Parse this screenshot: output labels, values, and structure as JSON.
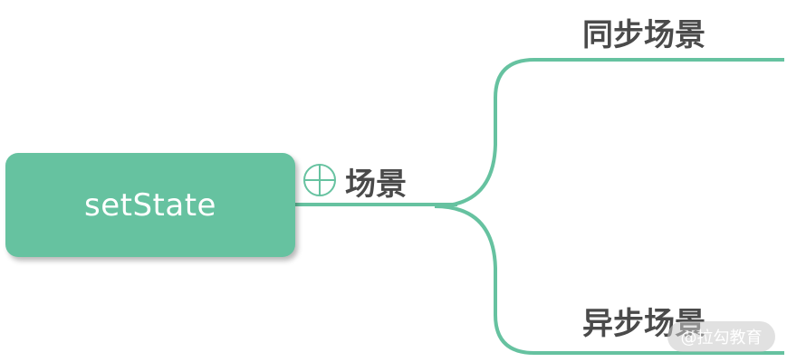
{
  "diagram": {
    "root": {
      "label": "setState"
    },
    "branch": {
      "label": "场景"
    },
    "children": [
      {
        "label": "同步场景"
      },
      {
        "label": "异步场景"
      }
    ],
    "colors": {
      "accent": "#66c2a0",
      "text": "#4a4a4a",
      "root_text": "#ffffff"
    },
    "icons": {
      "toggle": "circle-plus-icon"
    }
  },
  "watermark": {
    "text": "@拉勾教育"
  }
}
